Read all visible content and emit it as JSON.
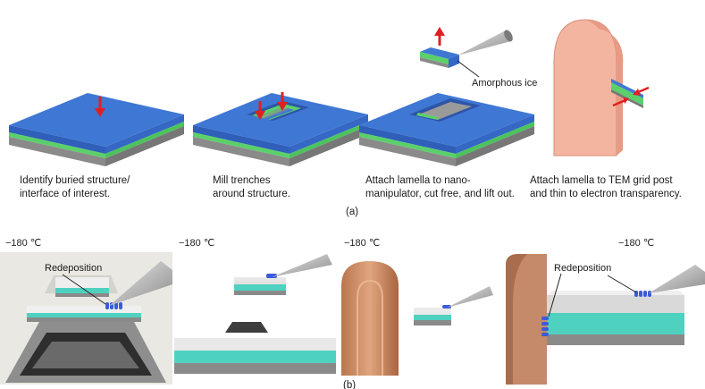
{
  "panel_a": {
    "steps": [
      {
        "caption_lines": [
          "Identify buried structure/",
          "interface of interest."
        ]
      },
      {
        "caption_lines": [
          "Mill trenches",
          "around structure."
        ]
      },
      {
        "caption_lines": [
          "Attach lamella to nano-",
          "manipulator, cut free, and lift out."
        ]
      },
      {
        "caption_lines": [
          "Attach lamella to TEM grid post",
          "and thin to electron transparency."
        ]
      }
    ],
    "annotation": "Amorphous ice",
    "label": "(a)"
  },
  "panel_b": {
    "temperature": "−180 ℃",
    "redeposition_label": "Redeposition",
    "label": "(b)"
  },
  "colors": {
    "top_blue": "#3f78d4",
    "side_blue": "#2f5fb8",
    "green_layer": "#5bd06a",
    "base_gray": "#8a8a8a",
    "arrow_red": "#e02020",
    "post_pink": "#f4b5a0",
    "teal_layer": "#4fd1c0",
    "copper": "#c98a62"
  }
}
